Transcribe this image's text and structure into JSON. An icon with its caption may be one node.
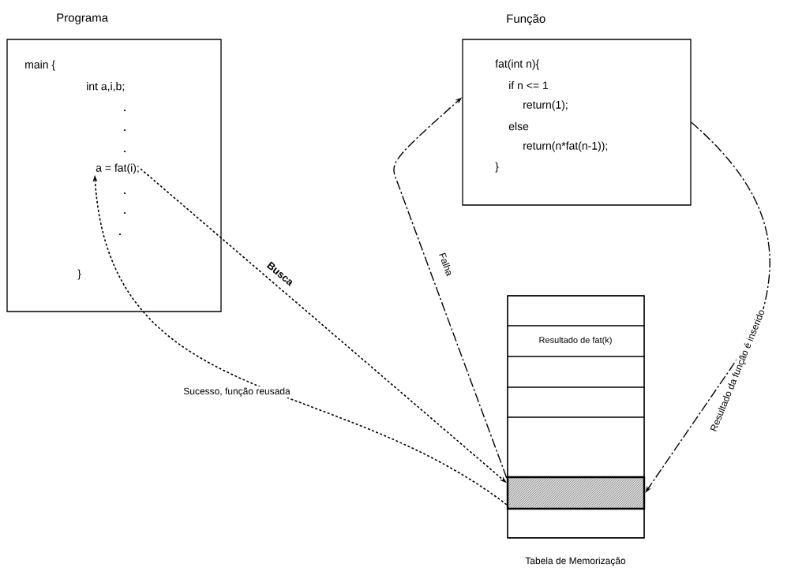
{
  "diagram": {
    "nodes": [
      {
        "text": [
          "Programa",
          "main {",
          "int a,i,b;",
          "}"
        ]
      },
      {
        "text": [
          "a = fat(i);"
        ],
        "in": 0
      },
      {
        "text": [
          "Função",
          "fat(int n){",
          "if n <= 1",
          "return(1);",
          "else",
          "return(n*fat(n-1));",
          "}"
        ]
      },
      {
        "text": [
          "Tabela de Memorização"
        ]
      },
      {
        "text": [],
        "shape": "box",
        "in": 3
      },
      {
        "text": [
          "Resultado  de fat(k)"
        ],
        "in": 3
      },
      {
        "text": [],
        "shape": "box",
        "in": 3
      },
      {
        "text": [],
        "shape": "box",
        "in": 3
      },
      {
        "text": [],
        "shape": "box",
        "in": 3
      },
      {
        "text": [],
        "shape": "box",
        "in": 3
      },
      {
        "text": [],
        "shape": "box",
        "in": 3
      }
    ],
    "edges": [
      {
        "from": 1,
        "to": 9,
        "arrow": "to",
        "label": "Busca",
        "style": "dashed"
      },
      {
        "from": 9,
        "to": 1,
        "arrow": "to",
        "label": "Sucesso, função reusada",
        "style": "dashed"
      },
      {
        "from": 9,
        "to": 2,
        "arrow": "to",
        "label": "Falha"
      },
      {
        "from": 2,
        "to": 9,
        "arrow": "to",
        "label": "Resultado da função é inserido"
      }
    ]
  }
}
